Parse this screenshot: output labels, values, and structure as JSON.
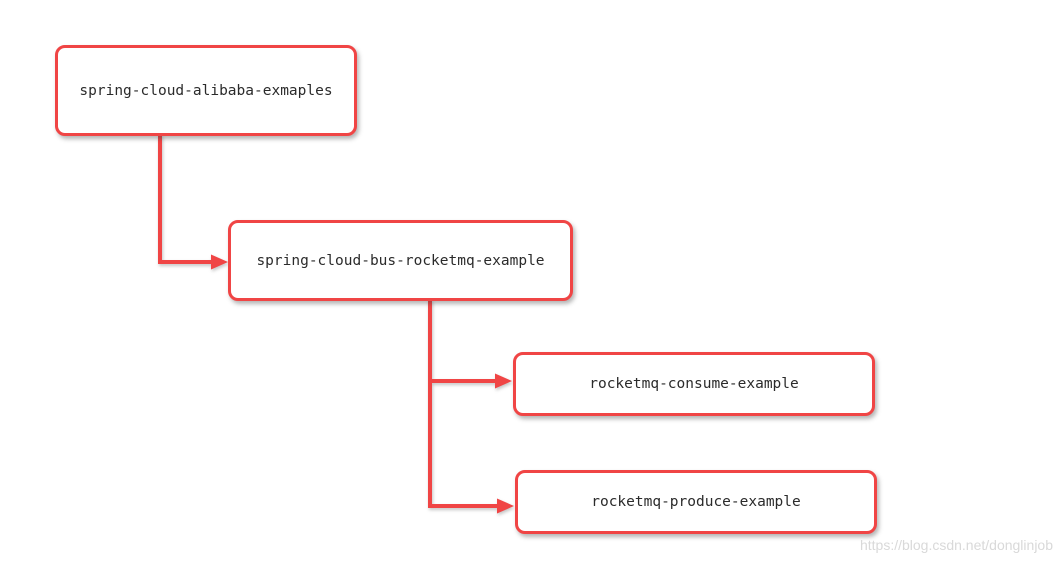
{
  "diagram": {
    "type": "tree-flowchart",
    "colors": {
      "bg": "#ffffff",
      "accent": "#f04545",
      "text": "#2b2b2b",
      "watermark": "#d9d9d9"
    },
    "nodes": [
      {
        "id": "root",
        "label": "spring-cloud-alibaba-exmaples"
      },
      {
        "id": "bus",
        "label": "spring-cloud-bus-rocketmq-example"
      },
      {
        "id": "consume",
        "label": "rocketmq-consume-example"
      },
      {
        "id": "produce",
        "label": "rocketmq-produce-example"
      }
    ],
    "edges": [
      {
        "from": "spring-cloud-alibaba-exmaples",
        "to": "spring-cloud-bus-rocketmq-example"
      },
      {
        "from": "spring-cloud-bus-rocketmq-example",
        "to": "rocketmq-consume-example"
      },
      {
        "from": "spring-cloud-bus-rocketmq-example",
        "to": "rocketmq-produce-example"
      }
    ],
    "watermark": "https://blog.csdn.net/donglinjob"
  }
}
